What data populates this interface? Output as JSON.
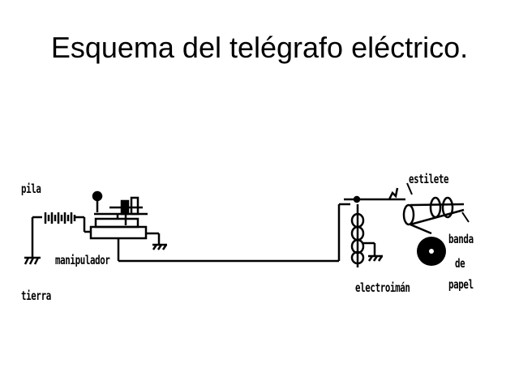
{
  "title": "Esquema del telégrafo eléctrico.",
  "labels": {
    "pila": "pila",
    "manipulador": "manipulador",
    "tierra": "tierra",
    "estilete": "estilete",
    "electroiman": "electroimán",
    "banda": "banda",
    "de": "de",
    "papel": "papel"
  }
}
